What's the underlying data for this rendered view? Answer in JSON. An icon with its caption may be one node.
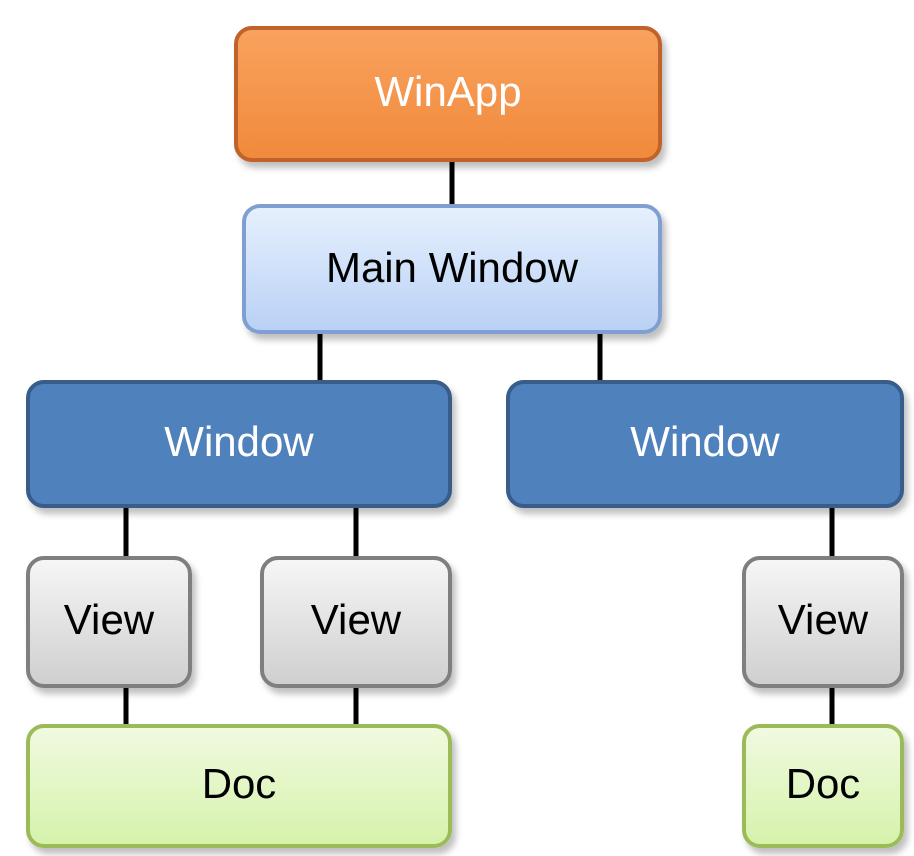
{
  "diagram": {
    "nodes": [
      {
        "text": [
          "WinApp"
        ]
      },
      {
        "text": [
          "Main Window"
        ]
      },
      {
        "text": [
          "Window"
        ]
      },
      {
        "text": [
          "Window"
        ]
      },
      {
        "text": [
          "View"
        ]
      },
      {
        "text": [
          "View"
        ]
      },
      {
        "text": [
          "View"
        ]
      },
      {
        "text": [
          "Doc"
        ]
      },
      {
        "text": [
          "Doc"
        ]
      }
    ],
    "edges": [
      {
        "from": 0,
        "to": 1,
        "arrow": "none"
      },
      {
        "from": 1,
        "to": 2,
        "arrow": "none"
      },
      {
        "from": 1,
        "to": 3,
        "arrow": "none"
      },
      {
        "from": 2,
        "to": 4,
        "arrow": "none"
      },
      {
        "from": 2,
        "to": 5,
        "arrow": "none"
      },
      {
        "from": 3,
        "to": 6,
        "arrow": "none"
      },
      {
        "from": 4,
        "to": 7,
        "arrow": "none"
      },
      {
        "from": 5,
        "to": 7,
        "arrow": "none"
      },
      {
        "from": 6,
        "to": 8,
        "arrow": "none"
      }
    ]
  }
}
